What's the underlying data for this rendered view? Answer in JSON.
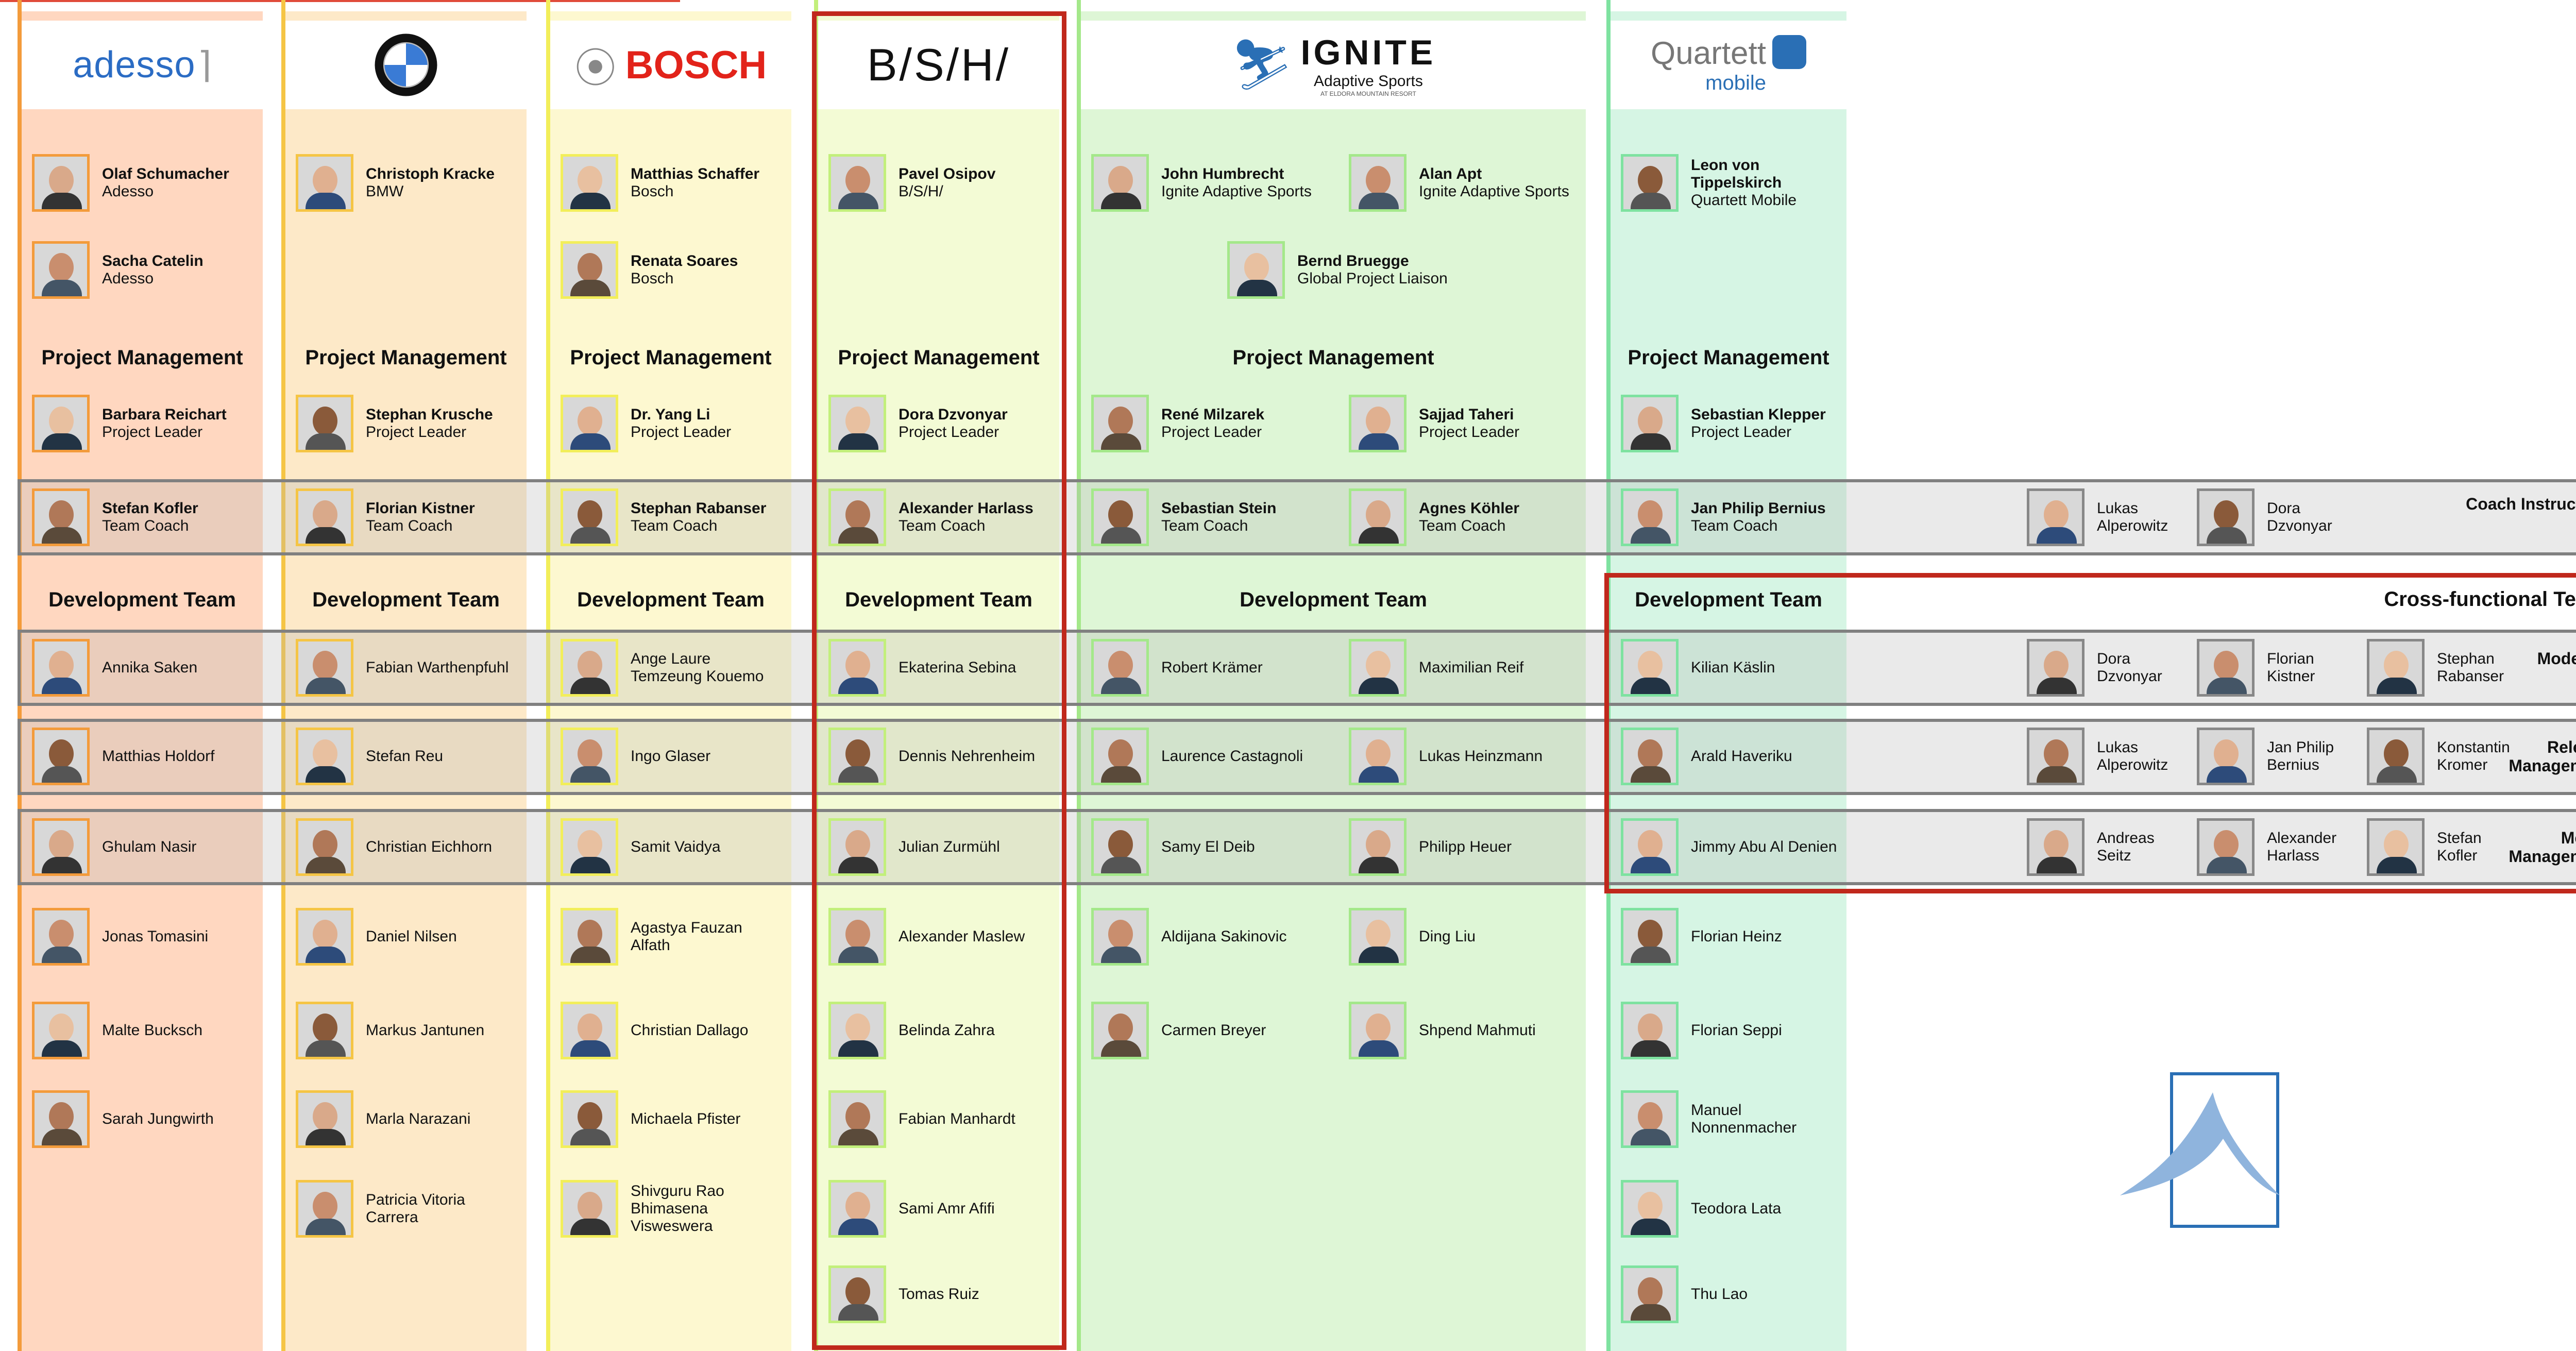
{
  "companies": [
    {
      "key": "adesso",
      "logo": "adesso",
      "color": "#ffd7c0",
      "bar": "#f39b3b",
      "executives": [
        {
          "name": "Olaf Schumacher",
          "role": "Adesso"
        },
        {
          "name": "Sacha Catelin",
          "role": "Adesso"
        }
      ],
      "pm": [
        {
          "name": "Barbara Reichart",
          "role": "Project Leader"
        }
      ],
      "coach": [
        {
          "name": "Stefan Kofler",
          "role": "Team Coach"
        }
      ],
      "dev": [
        "Annika Saken",
        "Matthias Holdorf",
        "Ghulam Nasir",
        "Jonas Tomasini",
        "Malte Bucksch",
        "Sarah Jungwirth"
      ]
    },
    {
      "key": "bmw",
      "logo": "BMW",
      "color": "#fde9c8",
      "bar": "#f5c545",
      "executives": [
        {
          "name": "Christoph Kracke",
          "role": "BMW"
        }
      ],
      "pm": [
        {
          "name": "Stephan Krusche",
          "role": "Project Leader"
        }
      ],
      "coach": [
        {
          "name": "Florian Kistner",
          "role": "Team Coach"
        }
      ],
      "dev": [
        "Fabian Warthenpfuhl",
        "Stefan Reu",
        "Christian Eichhorn",
        "Daniel Nilsen",
        "Markus Jantunen",
        "Marla Narazani",
        "Patricia Vitoria Carrera"
      ]
    },
    {
      "key": "bosch",
      "logo": "BOSCH",
      "color": "#fdf8d0",
      "bar": "#f2ee5a",
      "executives": [
        {
          "name": "Matthias Schaffer",
          "role": "Bosch"
        },
        {
          "name": "Renata Soares",
          "role": "Bosch"
        }
      ],
      "pm": [
        {
          "name": "Dr. Yang Li",
          "role": "Project Leader"
        }
      ],
      "coach": [
        {
          "name": "Stephan Rabanser",
          "role": "Team Coach"
        }
      ],
      "dev": [
        "Ange Laure Temzeung Kouemo",
        "Ingo Glaser",
        "Samit Vaidya",
        "Agastya Fauzan Alfath",
        "Christian Dallago",
        "Michaela Pfister",
        "Shivguru Rao Bhimasena Visweswera"
      ]
    },
    {
      "key": "bsh",
      "logo": "B/S/H/",
      "color": "#f3fbd5",
      "bar": "#c2ef7b",
      "executives": [
        {
          "name": "Pavel Osipov",
          "role": "B/S/H/"
        }
      ],
      "pm": [
        {
          "name": "Dora Dzvonyar",
          "role": "Project Leader"
        }
      ],
      "coach": [
        {
          "name": "Alexander Harlass",
          "role": "Team Coach"
        }
      ],
      "dev": [
        "Ekaterina Sebina",
        "Dennis Nehrenheim",
        "Julian Zurmühl",
        "Alexander Maslew",
        "Belinda Zahra",
        "Fabian Manhardt",
        "Sami Amr Afifi",
        "Tomas Ruiz"
      ]
    },
    {
      "key": "ignite",
      "logo": "IGNITE",
      "logo_sub": "Adaptive Sports",
      "logo_sub2": "AT ELDORA MOUNTAIN RESORT",
      "color": "#def6d6",
      "bar": "#a4e88a",
      "executives": [
        {
          "name": "John Humbrecht",
          "role": "Ignite Adaptive Sports"
        },
        {
          "name": "Alan Apt",
          "role": "Ignite Adaptive Sports"
        },
        {
          "name": "Bernd Bruegge",
          "role": "Global Project Liaison"
        }
      ],
      "pm": [
        {
          "name": "René Milzarek",
          "role": "Project Leader"
        },
        {
          "name": "Sajjad Taheri",
          "role": "Project Leader"
        }
      ],
      "coach": [
        {
          "name": "Sebastian Stein",
          "role": "Team Coach"
        },
        {
          "name": "Agnes Köhler",
          "role": "Team Coach"
        }
      ],
      "dev": [
        "Robert Krämer",
        "Maximilian Reif",
        "Laurence Castagnoli",
        "Lukas Heinzmann",
        "Samy El Deib",
        "Philipp Heuer",
        "Aldijana Sakinovic",
        "Ding Liu",
        "Carmen Breyer",
        "Shpend Mahmuti"
      ]
    },
    {
      "key": "quartett",
      "logo": "Quartett",
      "logo_sub": "mobile",
      "color": "#d6f5e4",
      "bar": "#7ee2a0",
      "executives": [
        {
          "name": "Leon von Tippelskirch",
          "role": "Quartett Mobile"
        }
      ],
      "pm": [
        {
          "name": "Sebastian Klepper",
          "role": "Project Leader"
        }
      ],
      "coach": [
        {
          "name": "Jan Philip Bernius",
          "role": "Team Coach"
        }
      ],
      "dev": [
        "Kilian Käslin",
        "Arald Haveriku",
        "Jimmy Abu Al Denien",
        "Florian Heinz",
        "Florian Seppi",
        "Manuel Nonnenmacher",
        "Teodora Lata",
        "Thu Lao"
      ]
    }
  ],
  "sections": {
    "pm": "Project Management",
    "dev": "Development Team"
  },
  "coach_instructors": {
    "label": "Coach Instructors",
    "people": [
      "Lukas Alperowitz",
      "Dora Dzvonyar"
    ]
  },
  "cross_functional": {
    "label": "Cross-functional Teams",
    "teams": [
      {
        "label": "Modeling",
        "people": [
          "Dora Dzvonyar",
          "Florian Kistner",
          "Stephan Rabanser"
        ]
      },
      {
        "label": "Release Management",
        "people": [
          "Lukas Alperowitz",
          "Jan Philip Bernius",
          "Konstantin Kromer"
        ]
      },
      {
        "label": "Merge Management",
        "people": [
          "Andreas Seitz",
          "Alexander Harlass",
          "Stefan Kofler"
        ]
      }
    ]
  },
  "colors": {
    "highlight": "#c0281c",
    "band_border": "#808080",
    "tum_blue": "#4a88c7"
  }
}
